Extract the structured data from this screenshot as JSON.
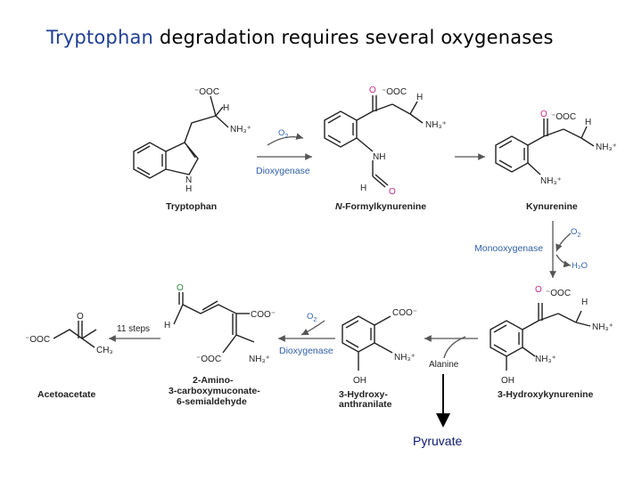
{
  "title": {
    "highlight": "Tryptophan",
    "rest": " degradation requires several oxygenases"
  },
  "compounds": {
    "tryptophan": "Tryptophan",
    "formylkynurenine_prefix": "N",
    "formylkynurenine_rest": "-Formylkynurenine",
    "kynurenine": "Kynurenine",
    "hydroxykynurenine": "3-Hydroxykynurenine",
    "hydroxyanthranilate_1": "3-Hydroxy-",
    "hydroxyanthranilate_2": "anthranilate",
    "amino_1": "2-Amino-",
    "amino_2": "3-carboxymuconate-",
    "amino_3": "6-semialdehyde",
    "acetoacetate": "Acetoacetate"
  },
  "enzymes": {
    "dioxygenase_1": "Dioxygenase",
    "monooxygenase": "Monooxygenase",
    "dioxygenase_2": "Dioxygenase",
    "eleven_steps": "11 steps"
  },
  "cosubstrates": {
    "o2_1": "O",
    "o2_2": "O",
    "h2o": "H",
    "o2_3": "O",
    "alanine": "Alanine"
  },
  "atoms": {
    "coo_minus": "⁻OOC",
    "coo_minus_right": "COO⁻",
    "h": "H",
    "nh3_plus": "NH₃⁺",
    "nh": "NH",
    "n": "N",
    "o": "O",
    "oh": "OH",
    "ch3": "CH₃"
  },
  "product": "Pyruvate",
  "colors": {
    "enzyme": "#2f5fa8",
    "oxygen": "#c0288a",
    "title_highlight": "#1f3f96",
    "pyruvate": "#0d1a6e"
  }
}
